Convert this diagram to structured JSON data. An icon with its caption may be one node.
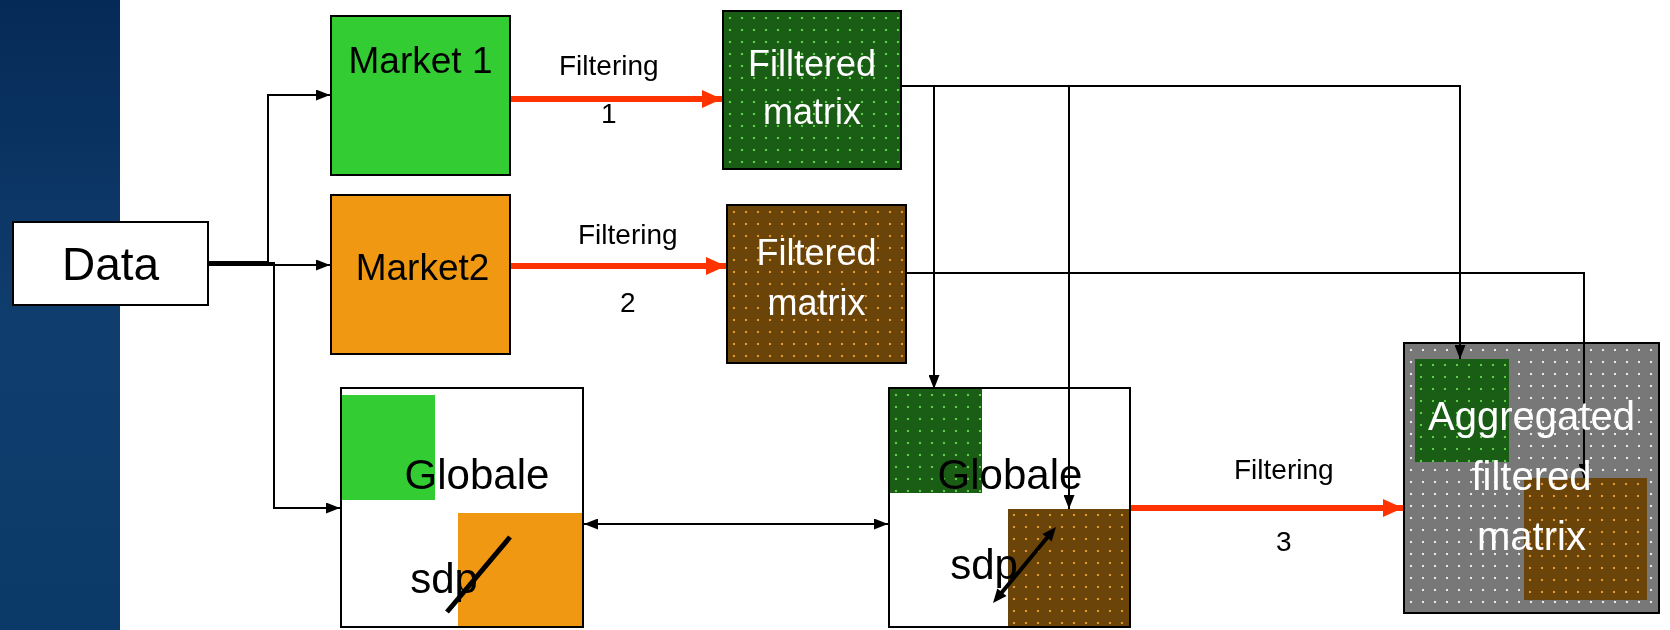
{
  "diagram": {
    "nodes": [
      {
        "text": [
          "Data"
        ]
      },
      {
        "text": [
          "Market 1"
        ]
      },
      {
        "text": [
          "Market2"
        ]
      },
      {
        "text": [
          "Filltered matrix"
        ]
      },
      {
        "text": [
          "Filtered matrix"
        ]
      },
      {
        "text": [
          "Globale",
          "sdp"
        ]
      },
      {
        "text": [],
        "shape": "box",
        "in": 5
      },
      {
        "text": [],
        "shape": "box",
        "in": 5
      },
      {
        "text": [
          "Globale",
          "sdp"
        ]
      },
      {
        "text": [],
        "shape": "box",
        "in": 8
      },
      {
        "text": [],
        "shape": "box",
        "in": 8
      },
      {
        "text": [
          "Aggregated filtered matrix"
        ]
      },
      {
        "text": [],
        "shape": "box",
        "in": 11
      },
      {
        "text": [],
        "shape": "box",
        "in": 11
      }
    ],
    "edges": [
      {
        "from": 0,
        "to": 1,
        "arrow": "to"
      },
      {
        "from": 0,
        "to": 2,
        "arrow": "to"
      },
      {
        "from": 0,
        "to": 5,
        "arrow": "to"
      },
      {
        "from": 1,
        "to": 3,
        "arrow": "to",
        "label": "Filtering 1",
        "style": "thick",
        "color": "#ff3300"
      },
      {
        "from": 2,
        "to": 4,
        "arrow": "to",
        "label": "Filtering 2",
        "style": "thick",
        "color": "#ff3300"
      },
      {
        "from": 5,
        "to": 8,
        "arrow": "both"
      },
      {
        "from": 3,
        "to": 9,
        "arrow": "to"
      },
      {
        "from": 3,
        "to": 10,
        "arrow": "to"
      },
      {
        "from": 3,
        "to": 12,
        "arrow": "to"
      },
      {
        "from": 4,
        "to": 13,
        "arrow": "to"
      },
      {
        "from": 8,
        "to": 11,
        "arrow": "to",
        "label": "Filtering 3",
        "style": "thick",
        "color": "#ff3300"
      }
    ]
  }
}
